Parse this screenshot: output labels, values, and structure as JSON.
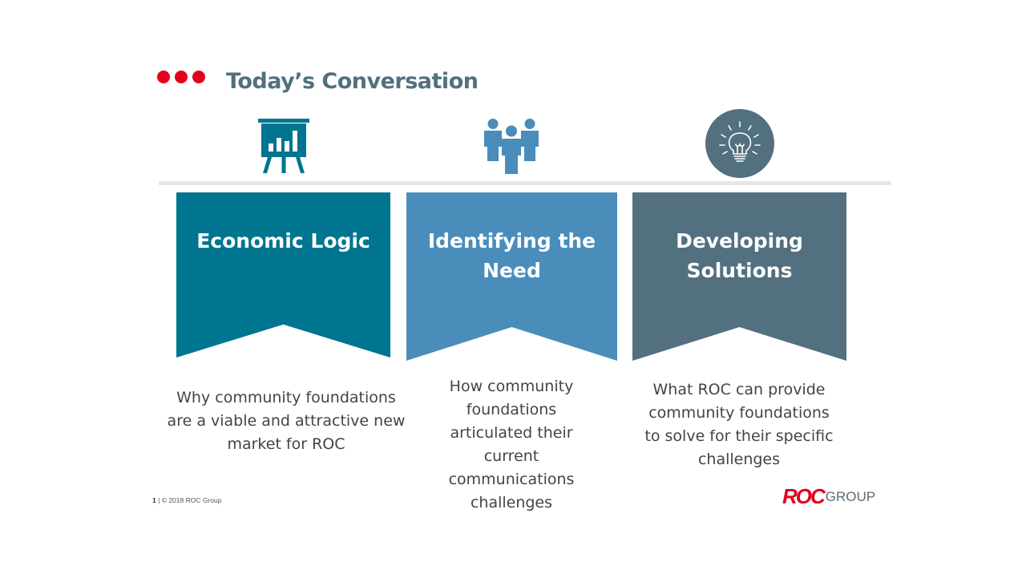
{
  "slide": {
    "title": "Today’s Conversation",
    "accent_color": "#e3001b"
  },
  "columns": [
    {
      "icon": "presentation-chart-icon",
      "heading": "Economic Logic",
      "color": "#00758f",
      "description": "Why community foundations are a viable and attractive new market for ROC"
    },
    {
      "icon": "people-group-icon",
      "heading": "Identifying the Need",
      "color": "#4a8dbb",
      "description": "How community foundations articulated their current communications challenges"
    },
    {
      "icon": "lightbulb-icon",
      "heading": "Developing Solutions",
      "color": "#52707f",
      "description": "What ROC can provide community foundations to solve for their specific challenges"
    }
  ],
  "footer": {
    "page_number": "1",
    "separator": "|",
    "copyright": "© 2018 ROC Group"
  },
  "logo": {
    "mark": "ROC",
    "suffix": "GROUP"
  }
}
